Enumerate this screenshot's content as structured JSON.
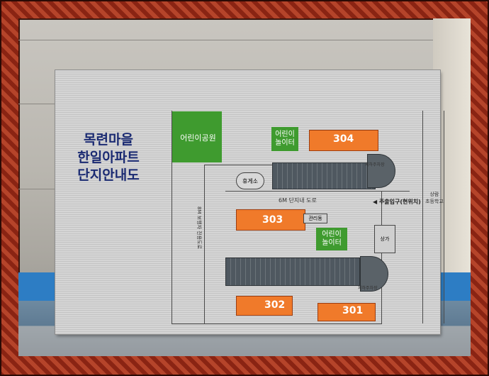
{
  "sign": {
    "title": [
      "목련마을",
      "한일아파트",
      "단지안내도"
    ],
    "park": "어린이공원",
    "playground_top": "어린이\n놀이터",
    "playground_mid": "어린이\n놀이터",
    "rest_area": "휴게소",
    "road_6m": "6M 단지내 도로",
    "management": "관리동",
    "shop": "상가",
    "main_entrance": "◀ 주출입구(현위치)",
    "school": "상람\n초등학교",
    "parking_ramp_1": "지하주차장",
    "parking_ramp_2": "지하주차장",
    "road_8m": "8M 보행자 전용도로",
    "buildings": [
      "304",
      "303",
      "302",
      "301"
    ]
  },
  "colors": {
    "frame": "#b5442a",
    "park_green": "#3f9b2f",
    "building_orange": "#f07a2a",
    "title_blue": "#1a2a72"
  }
}
